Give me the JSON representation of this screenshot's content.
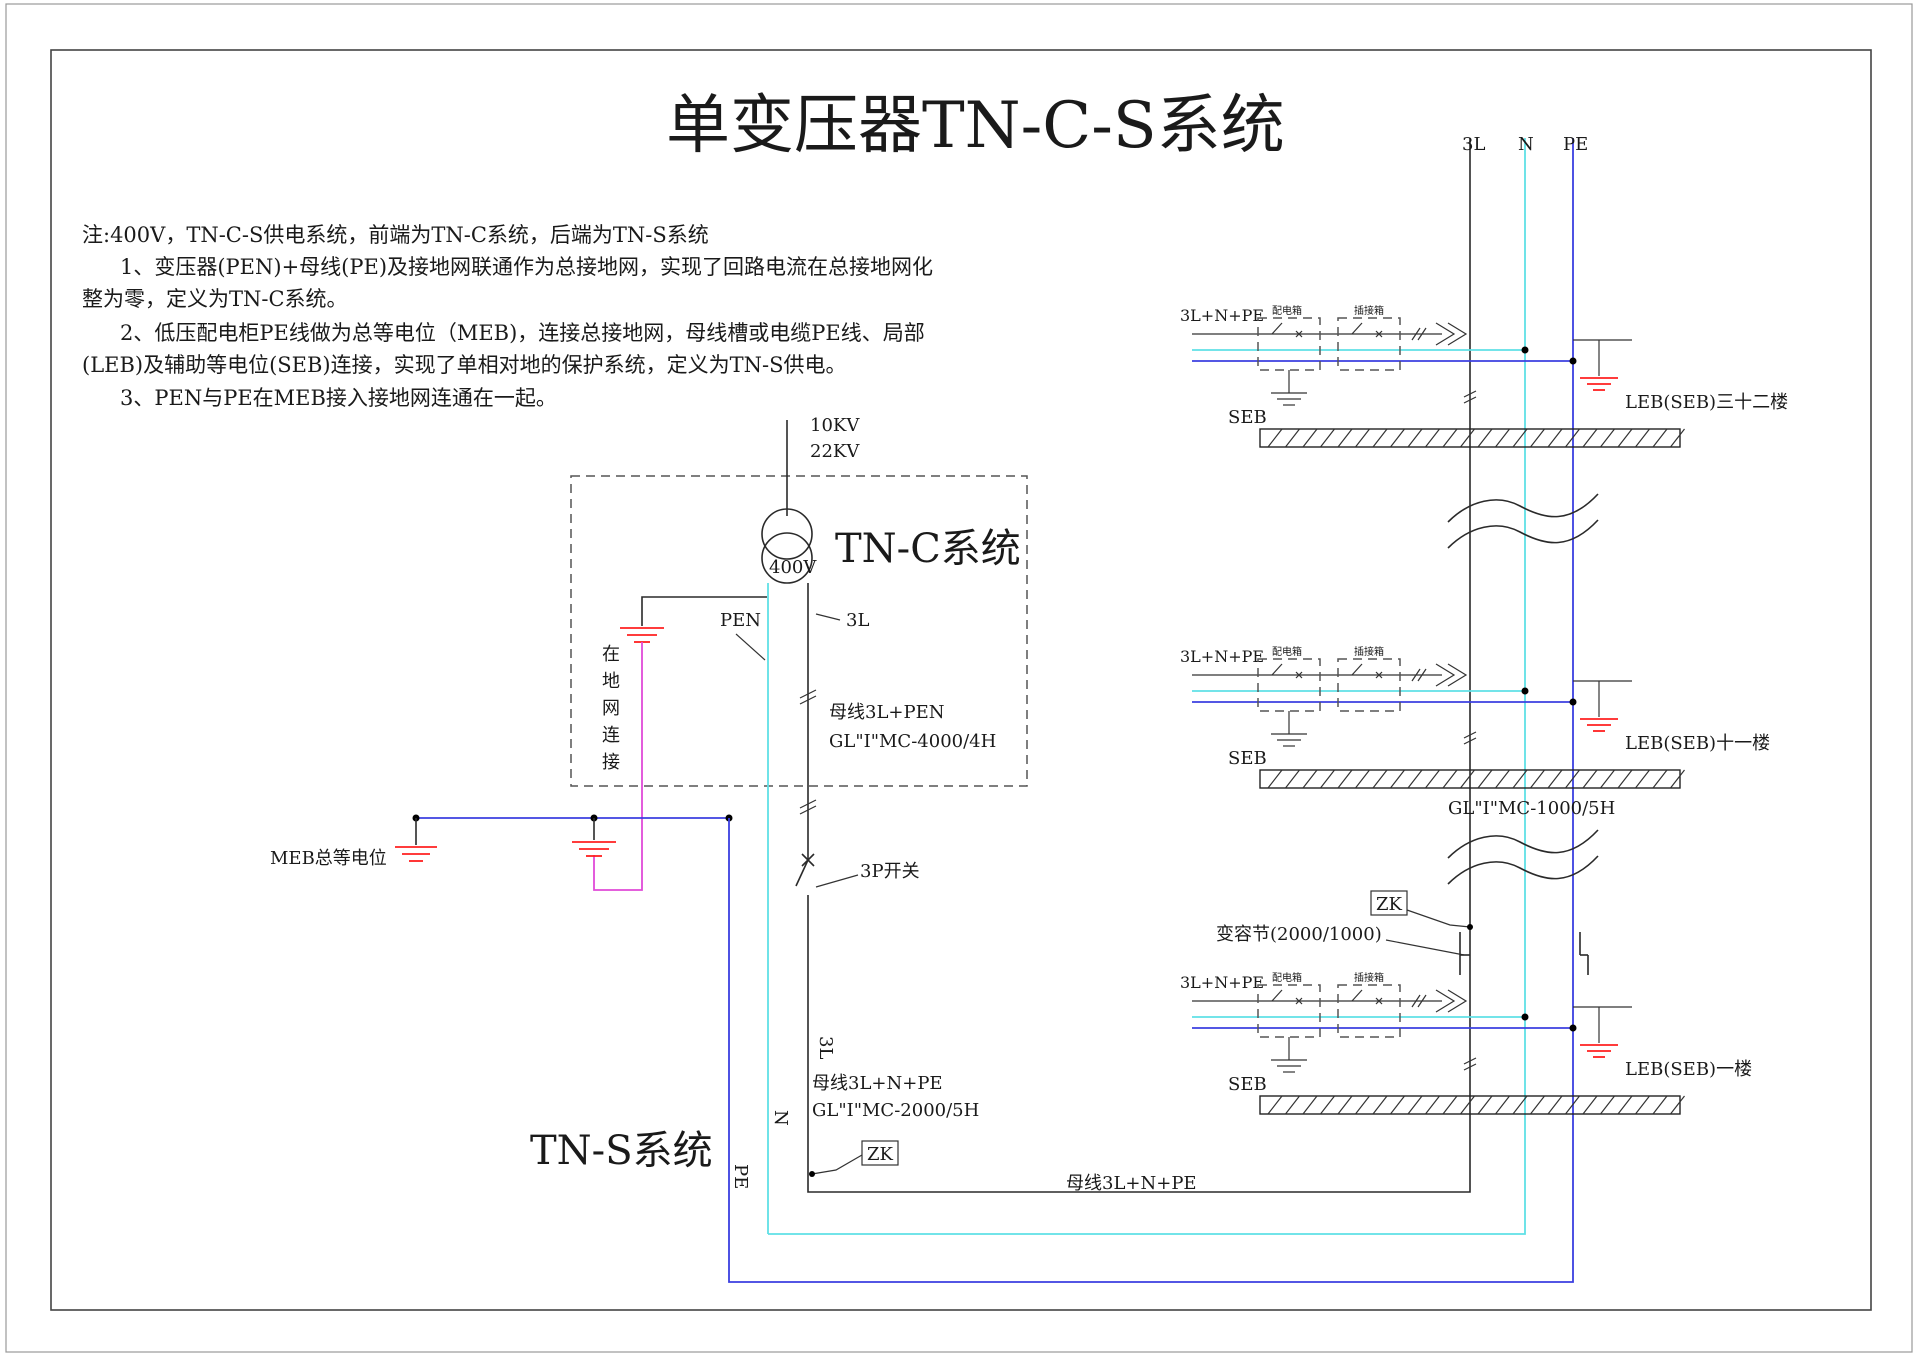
{
  "title": "单变压器TN-C-S系统",
  "notes": {
    "line1": "注:400V，TN-C-S供电系统，前端为TN-C系统，后端为TN-S系统",
    "line2": "1、变压器(PEN)+母线(PE)及接地网联通作为总接地网，实现了回路电流在总接地网化",
    "line3": "整为零，定义为TN-C系统。",
    "line4": "2、低压配电柜PE线做为总等电位（MEB)，连接总接地网，母线槽或电缆PE线、局部",
    "line5": "(LEB)及辅助等电位(SEB)连接，实现了单相对地的保护系统，定义为TN-S供电。",
    "line6": "3、PEN与PE在MEB接入接地网连通在一起。"
  },
  "left": {
    "voltage_high_1": "10KV",
    "voltage_high_2": "22KV",
    "transformer_secondary": "400V",
    "tnc_label": "TN-C系统",
    "tns_label": "TN-S系统",
    "pen": "PEN",
    "three_l": "3L",
    "busbar1_line1": "母线3L+PEN",
    "busbar1_line2": "GL\"I\"MC-4000/4H",
    "ground_vertical": [
      "在",
      "地",
      "网",
      "连",
      "接"
    ],
    "meb": "MEB总等电位",
    "switch_3p": "3P开关",
    "three_l_rotated": "3L",
    "busbar2_line1": "母线3L+N+PE",
    "busbar2_line2": "GL\"I\"MC-2000/5H",
    "zk": "ZK",
    "n_rotated": "N",
    "pe_rotated": "PE",
    "bottom_busbar": "母线3L+N+PE"
  },
  "riser": {
    "head_3l": "3L",
    "head_n": "N",
    "head_pe": "PE",
    "floor_feed": "3L+N+PE",
    "dist_box": "配电箱",
    "plug_box": "插接箱",
    "seb": "SEB",
    "floor_top": "LEB(SEB)三十二楼",
    "floor_mid": "LEB(SEB)十一楼",
    "floor_bottom": "LEB(SEB)一楼",
    "busbar_mid": "GL\"I\"MC-1000/5H",
    "zk": "ZK",
    "reducer": "变容节(2000/1000)"
  },
  "colors": {
    "neutral": "#5fe0e6",
    "protective_earth": "#3b3fe0",
    "ground_link": "#e04ad8",
    "earth_symbol": "#ff2020",
    "phase": "#2a2a2a"
  }
}
